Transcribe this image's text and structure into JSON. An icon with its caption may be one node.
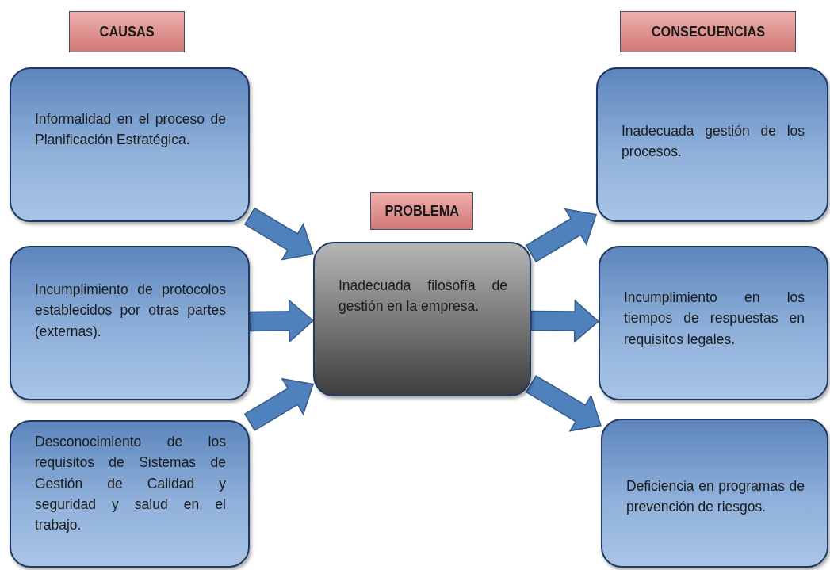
{
  "diagram": {
    "nodes": [
      {
        "text": [
          "CAUSAS"
        ]
      },
      {
        "text": [
          "Informalidad en el proceso de Planificación Estratégica."
        ]
      },
      {
        "text": [
          "Incumplimiento de protocolos establecidos por otras partes (externas)."
        ]
      },
      {
        "text": [
          "Desconocimiento de los requisitos de Sistemas de Gestión de Calidad y seguridad y salud en el trabajo."
        ]
      },
      {
        "text": [
          "PROBLEMA"
        ]
      },
      {
        "text": [
          "Inadecuada filosofía de gestión en la empresa."
        ]
      },
      {
        "text": [
          "CONSECUENCIAS"
        ]
      },
      {
        "text": [
          "Inadecuada gestión de los procesos."
        ]
      },
      {
        "text": [
          "Incumplimiento en los tiempos de respuestas en requisitos legales."
        ]
      },
      {
        "text": [
          "Deficiencia en programas de prevención de riesgos."
        ]
      }
    ],
    "edges": [
      {
        "from": 1,
        "to": 5,
        "arrow": "to"
      },
      {
        "from": 2,
        "to": 5,
        "arrow": "to"
      },
      {
        "from": 3,
        "to": 5,
        "arrow": "to"
      },
      {
        "from": 5,
        "to": 7,
        "arrow": "to"
      },
      {
        "from": 5,
        "to": 8,
        "arrow": "to"
      },
      {
        "from": 5,
        "to": 9,
        "arrow": "to"
      }
    ]
  }
}
